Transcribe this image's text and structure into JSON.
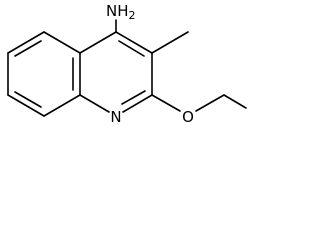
{
  "molecule": {
    "atom_labels": {
      "amine": "NH",
      "amine_subscript": "2",
      "ring_nitrogen": "N",
      "ether_oxygen": "O"
    }
  }
}
